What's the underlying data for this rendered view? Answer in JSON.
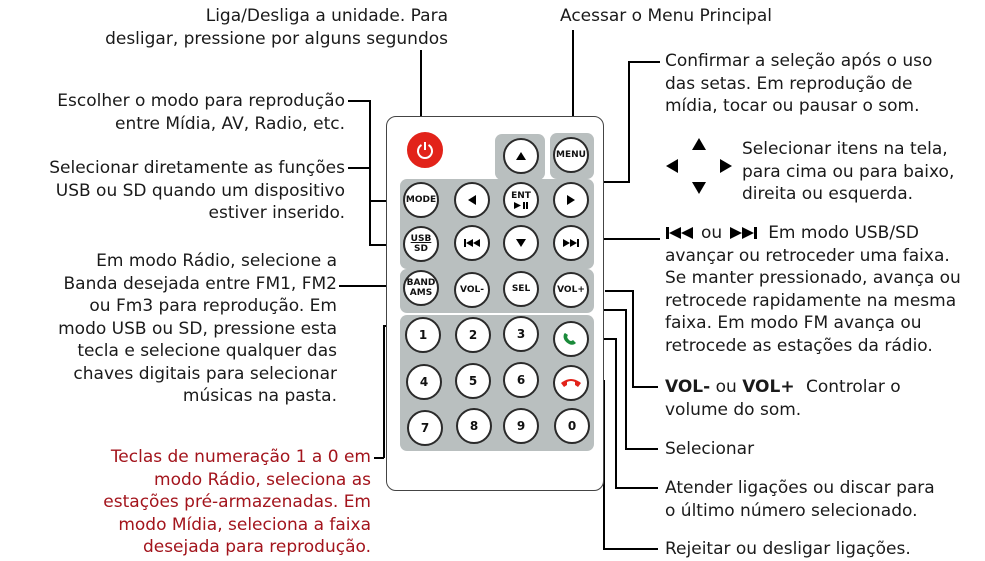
{
  "callouts": {
    "power": [
      "Liga/Desliga a unidade. Para",
      "desligar, pressione por alguns segundos"
    ],
    "menu": "Acessar o Menu Principal",
    "enter": [
      "Confirmar a seleção após o uso",
      "das setas. Em reprodução de",
      "mídia, tocar ou pausar o som."
    ],
    "mode": [
      "Escolher o modo para reprodução",
      "entre Mídia, AV, Radio, etc."
    ],
    "arrows": [
      "Selecionar itens na tela,",
      "para cima ou para baixo,",
      "direita ou esquerda."
    ],
    "usbsd": [
      "Selecionar diretamente as funções",
      "USB ou SD quando um dispositivo",
      "estiver inserido."
    ],
    "skip_first": "ou",
    "skip_first_tail": "Em modo USB/SD",
    "skip": [
      "avançar ou retroceder uma faixa.",
      "Se manter pressionado, avança ou",
      "retrocede rapidamente na mesma",
      "faixa. Em modo FM avança ou",
      "retrocede as estações da rádio."
    ],
    "band": [
      "Em modo Rádio, selecione a",
      "Banda desejada entre FM1, FM2",
      "ou Fm3 para reprodução. Em",
      "modo USB ou SD, pressione esta",
      "tecla e selecione qualquer das",
      "chaves digitais para selecionar",
      "músicas na pasta."
    ],
    "vol_a": "VOL-",
    "vol_or": "ou",
    "vol_b": "VOL+",
    "vol_tail": "Controlar o",
    "vol_line2": "volume do som.",
    "numbers": [
      "Teclas de numeração 1 a 0 em",
      "modo Rádio, seleciona as",
      "estações pré-armazenadas. Em",
      "modo Mídia, seleciona a faixa",
      "desejada para reprodução."
    ],
    "sel": "Selecionar",
    "call": [
      "Atender ligações ou discar para",
      "o último número selecionado."
    ],
    "hangup": "Rejeitar ou desligar ligações."
  },
  "remote_keys": {
    "menu": "MENU",
    "mode": "MODE",
    "ent": "ENT",
    "usb": "USB",
    "sd": "SD",
    "band": "BAND",
    "ams": "AMS",
    "vol_minus": "VOL-",
    "sel": "SEL",
    "vol_plus": "VOL+",
    "n1": "1",
    "n2": "2",
    "n3": "3",
    "n4": "4",
    "n5": "5",
    "n6": "6",
    "n7": "7",
    "n8": "8",
    "n9": "9",
    "n0": "0"
  },
  "colors": {
    "power": "#e2231a",
    "call": "#1a8a3a",
    "hangup": "#e2231a",
    "note_text": "#a3141c",
    "key_group": "#b9bfbf"
  },
  "icons": [
    "power-icon",
    "up-arrow-icon",
    "down-arrow-icon",
    "left-arrow-icon",
    "right-arrow-icon",
    "play-pause-icon",
    "previous-track-icon",
    "next-track-icon",
    "call-phone-icon",
    "hangup-phone-icon"
  ]
}
